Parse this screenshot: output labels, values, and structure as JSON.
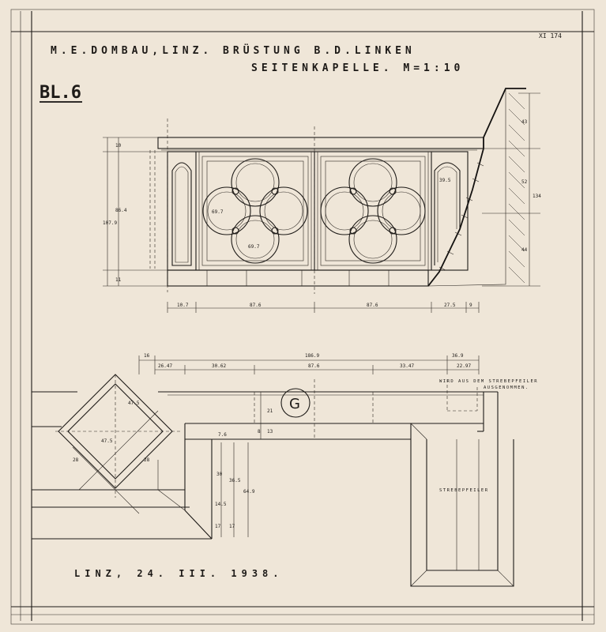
{
  "header": {
    "line1": "M.E.DOMBAU,LINZ. BRÜSTUNG B.D.LINKEN",
    "line2": "SEITENKAPELLE. M=1:10",
    "sheet": "BL.6",
    "corner_ref": "XI 174"
  },
  "elevation": {
    "left_heights": [
      "10",
      "86.4",
      "107.9",
      "11"
    ],
    "right_heights": [
      "43",
      "52",
      "44",
      "134"
    ],
    "inner_labels": [
      "69.7",
      "69.7",
      "39.5"
    ],
    "bottom_dims": [
      "10.7",
      "87.6",
      "87.6",
      "27.5",
      "9"
    ]
  },
  "plan": {
    "top_total": "186.9",
    "top_dims": [
      "16",
      "26.47",
      "30.62",
      "87.6",
      "33.47",
      "36.9",
      "22.97"
    ],
    "marker": "G",
    "note": [
      "WIRD AUS DEM STREBEPFEILER",
      "AUSGENOMMEN."
    ],
    "pier_label": "STREBEPFEILER",
    "diamond_labels": [
      "47.5",
      "47.5",
      "28",
      "28"
    ],
    "vertical_dims": [
      "21",
      "13",
      "8",
      "7.6",
      "30",
      "36.5",
      "64.9",
      "14.5",
      "17",
      "17"
    ]
  },
  "footer": {
    "date": "LINZ, 24. III. 1938."
  }
}
